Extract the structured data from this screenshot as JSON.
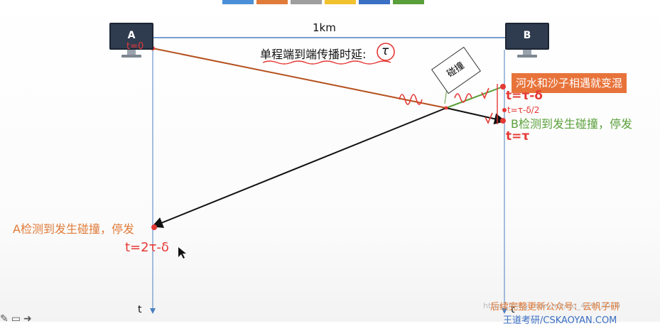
{
  "top_tabs": [
    {
      "color": "#4a90d9"
    },
    {
      "color": "#e07b39"
    },
    {
      "color": "#9e9e9e"
    },
    {
      "color": "#f2c12e"
    },
    {
      "color": "#3a6fc4"
    },
    {
      "color": "#5aa03a"
    }
  ],
  "host_a": {
    "label": "A"
  },
  "host_b": {
    "label": "B"
  },
  "distance_label": "1km",
  "delay_text": "单程端到端传播时延:",
  "tau_symbol": "τ",
  "collision_box": "碰撞",
  "mix_banner": "河水和沙子相遇就变混",
  "b_detect": "B检测到发生碰撞，停发",
  "a_detect": "A检测到发生碰撞，停发",
  "time_axis_left": "t",
  "time_axis_right": "t",
  "hw_b_time1": "t=τ-δ",
  "hw_b_time2": "t=τ-δ/2",
  "hw_b_time3": "t=τ",
  "hw_a_time": "t=2τ-δ",
  "hw_a_start": "t=0",
  "footer_text1": "后续完整更新公众号：云帆子研",
  "footer_text2": "王道考研/CSKAOYAN.COM",
  "watermark": "https://blog.csdn.net/qq_41953070",
  "toolbar_icons": [
    "pen-icon",
    "screen-icon",
    "arrow-icon"
  ]
}
